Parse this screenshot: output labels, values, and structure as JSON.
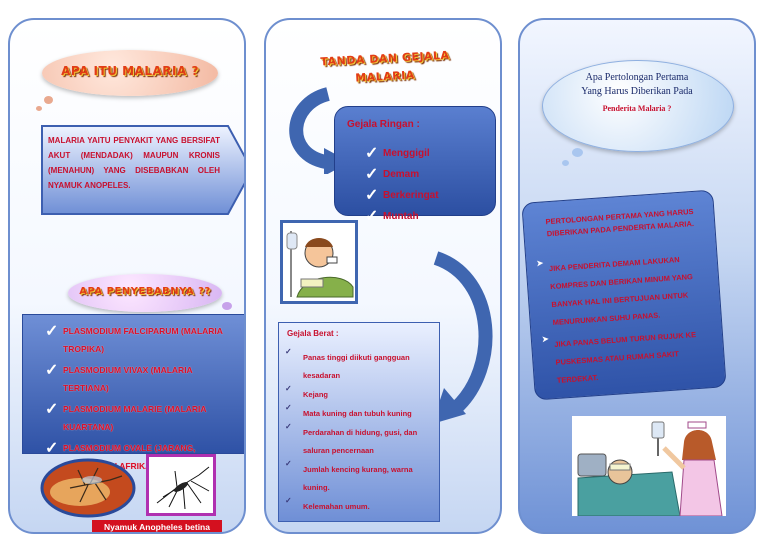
{
  "panel1": {
    "title": "APA ITU MALARIA ?",
    "definition": "MALARIA YAITU PENYAKIT YANG BERSIFAT AKUT (MENDADAK) MAUPUN KRONIS (MENAHUN) YANG DISEBABKAN OLEH NYAMUK ANOPELES.",
    "causes_title": "APA PENYEBABNYA ??",
    "causes": [
      "PLASMODIUM FALCIPARUM (MALARIA TROPIKA)",
      "PLASMODIUM VIVAX (MALARIA TERTIANA)",
      "PLASMODIUM MALARIE (MALARIA KUARTANA)",
      "PLASMODIUM OVALE (JARANG, UMUMNYA DI AFRIKA)"
    ],
    "caption": "Nyamuk Anopheles betina"
  },
  "panel2": {
    "title_line1": "TANDA DAN GEJALA",
    "title_line2": "MALARIA",
    "mild_title": "Gejala Ringan :",
    "mild_items": [
      "Menggigil",
      "Demam",
      "Berkeringat",
      "Muntah"
    ],
    "severe_title": "Gejala Berat :",
    "severe_items": [
      "Panas tinggi diikuti gangguan kesadaran",
      "Kejang",
      "Mata kuning dan tubuh kuning",
      "Perdarahan di hidung, gusi, dan saluran pencernaan",
      "Jumlah kencing kurang, warna kuning.",
      "Kelemahan umum."
    ]
  },
  "panel3": {
    "cloud_line1": "Apa Pertolongan Pertama",
    "cloud_line2": "Yang Harus Diberikan Pada",
    "cloud_line3": "Penderita Malaria ?",
    "box_title": "PERTOLONGAN PERTAMA YANG HARUS DIBERIKAN PADA PENDERITA MALARIA.",
    "items": [
      "JIKA PENDERITA DEMAM LAKUKAN KOMPRES DAN BERIKAN MINUM YANG BANYAK HAL INI BERTUJUAN UNTUK MENURUNKAN SUHU PANAS.",
      "JIKA PANAS BELUM TURUN RUJUK KE PUSKESMAS ATAU RUMAH SAKIT TERDEKAT."
    ]
  },
  "colors": {
    "accent_red": "#c8102e",
    "panel_border": "#6e8fcf",
    "box_blue": "#4a72c9"
  },
  "icons": [
    "check-icon",
    "arrow-bullet-icon",
    "curved-arrow-icon",
    "mosquito-icon",
    "sick-person-icon",
    "nurse-icon"
  ]
}
